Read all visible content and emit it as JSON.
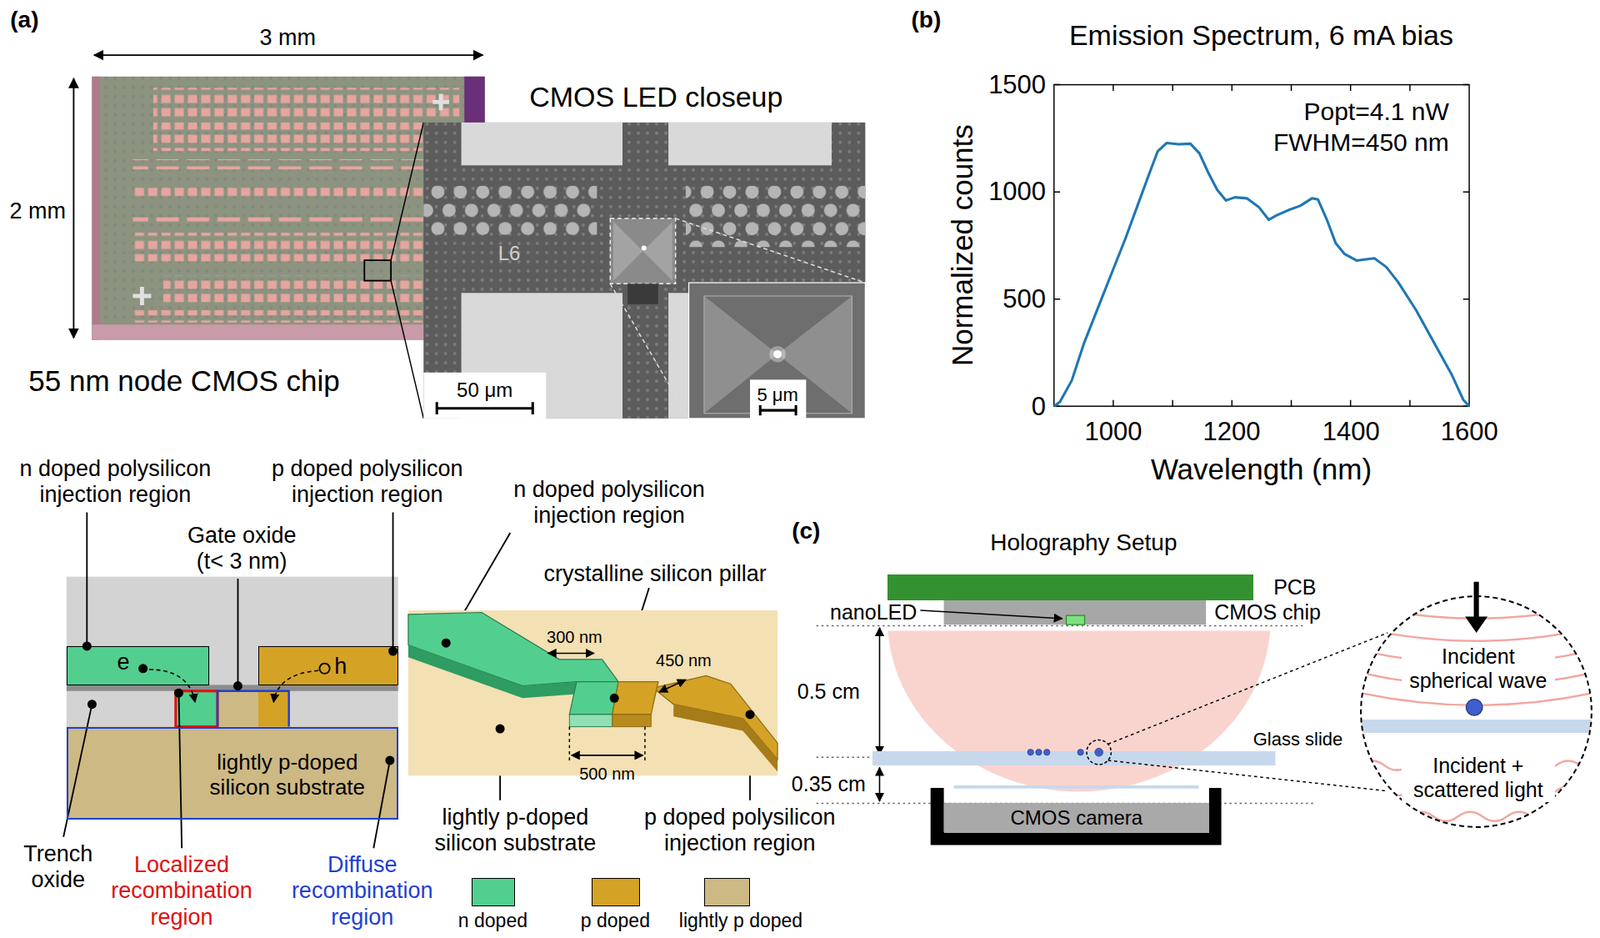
{
  "diagram": {
    "nodes": [
      {
        "text": [
          "e"
        ]
      },
      {
        "text": [
          "h"
        ]
      },
      {
        "text": [
          "lightly p-doped silicon substrate"
        ]
      },
      {
        "text": [
          "PCB"
        ]
      },
      {
        "text": [
          "CMOS chip"
        ]
      },
      {
        "text": [
          "CMOS camera"
        ]
      },
      {
        "text": [
          "Incident spherical wave",
          "Incident + scattered light"
        ]
      }
    ],
    "labels": [
      "(a)",
      "3 mm",
      "2 mm",
      "CMOS LED closeup",
      "L6",
      "50 μm",
      "5 μm",
      "55 nm node CMOS chip",
      "(b)",
      "Emission Spectrum, 6 mA bias",
      "1500",
      "1000",
      "500",
      "0",
      "Normalized counts",
      "Popt=4.1 nW",
      "FWHM=450 nm",
      "1000",
      "1200",
      "1400",
      "1600",
      "Wavelength (nm)",
      "n doped polysilicon injection region",
      "p doped polysilicon injection region",
      "Gate oxide (t< 3 nm)",
      "Trench oxide",
      "Localized recombination region",
      "Diffuse recombination region",
      "n doped polysilicon injection region",
      "crystalline silicon pillar",
      "300 nm",
      "450 nm",
      "500 nm",
      "lightly p-doped silicon substrate",
      "p doped polysilicon injection region",
      "(c)",
      "Holography Setup",
      "nanoLED",
      "0.5 cm",
      "0.35 cm",
      "Glass slide"
    ],
    "legend": [
      {
        "text": "n doped",
        "color": "#52cf8e"
      },
      {
        "text": "p doped",
        "color": "#d4a225"
      },
      {
        "text": "lightly p doped",
        "color": "#cdb984"
      }
    ]
  }
}
